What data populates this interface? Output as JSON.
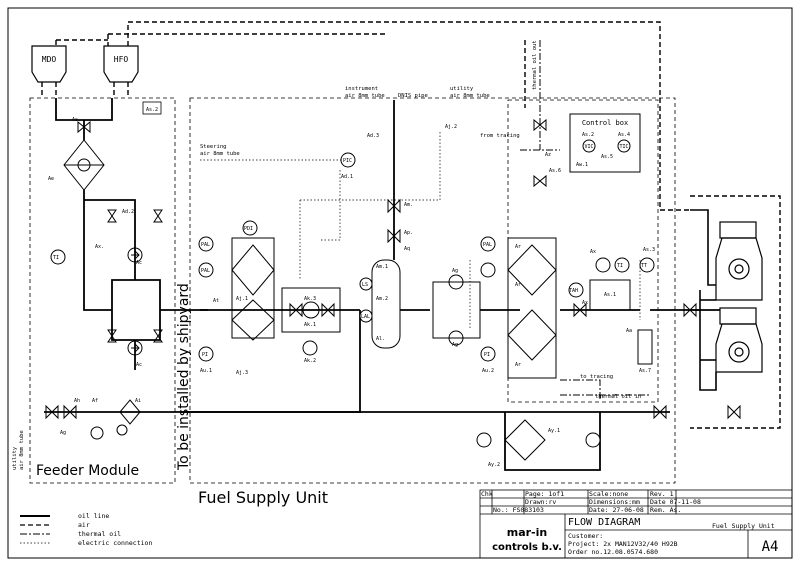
{
  "sources": {
    "mdo": "MDO",
    "hfo": "HFO"
  },
  "module_labels": {
    "feeder": "Feeder Module",
    "installed": "To be installed by shipyard",
    "supply_unit": "Fuel Supply Unit"
  },
  "box_tags": {
    "as2_box": "As.2"
  },
  "annotations": {
    "steering": "Steering",
    "steering_tube": "air 8mm tube",
    "instrument": "instrument",
    "instrument_tube": "air 8mm tube",
    "dnis_pipe": "DNIS pipe",
    "utility_top": "utility",
    "utility_top_tube": "air 8mm tube",
    "thermal_out": "thermal oil out",
    "from_tracing": "from tracing",
    "to_tracing": "to tracing",
    "thermal_in": "thermal oil in",
    "utility_side": "utility",
    "utility_side_tube": "air 8mm tube"
  },
  "control_box": {
    "title": "Control box",
    "as2": "As.2",
    "as4": "As.4",
    "as5": "As.5",
    "aw1": "Aw.1",
    "vic": "VIC",
    "tic": "TIC"
  },
  "tags": [
    "As.",
    "Ae",
    "Ad.2",
    "Ax.",
    "Ac",
    "Ac",
    "TI",
    "PIC",
    "Ad.1",
    "Ad.3",
    "Aj.2",
    "Am.",
    "Ap.",
    "Aq",
    "Az",
    "As.6",
    "PAL",
    "PAL",
    "PDI",
    "PAL",
    "Aj.1",
    "Aj.3",
    "Ak.3",
    "Ak.1",
    "Ak.2",
    "LS",
    "Am.1",
    "Am.2",
    "LAL",
    "Al.",
    "PI",
    "Au.1",
    "PI",
    "Au.2",
    "Ag",
    "Ag",
    "Ar",
    "Ar",
    "Ar",
    "TAH",
    "Ax",
    "As.3",
    "TI",
    "TT",
    "As.1",
    "Aa",
    "As.7",
    "Ax",
    "Af",
    "Ay.1",
    "Ay.2",
    "Ag",
    "Ai",
    "Ah",
    "At"
  ],
  "legend": [
    {
      "style": "solid",
      "label": "oil line"
    },
    {
      "style": "dashed",
      "label": "air"
    },
    {
      "style": "dashdot",
      "label": "thermal oil"
    },
    {
      "style": "dotted",
      "label": "electric connection"
    }
  ],
  "title_block": {
    "chk_label": "Chk",
    "page": "Page:  1of1",
    "scale": "Scale:none",
    "rev": "Rev.  1",
    "drawn": "Drawn:rv",
    "dimensions": "Dimensions:mm",
    "date_rev": "Date 07-11-08",
    "no": "No.:  FS083103",
    "date": "Date: 27-06-08",
    "rem": "Rem.  As.",
    "flow_diagram": "FLOW DIAGRAM",
    "fuel_supply_unit": "Fuel Supply Unit",
    "customer": "Customer:",
    "project": "Project:  2x MAN12V32/40 H92B",
    "order": "Order no.12.08.0574.680",
    "sheet_size": "A4",
    "logo_text": "mar-in controls b.v."
  }
}
